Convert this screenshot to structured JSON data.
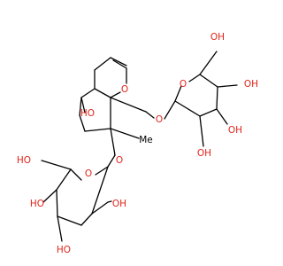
{
  "molecule": {
    "atom_color": "#e2231a",
    "bond_color": "#000000",
    "labels": {
      "ring_oxygen_pyran": "O",
      "glycosidic_oxygen_upper": "O",
      "glucose_upper_ring_oxygen": "O",
      "glucose_upper_ch2oh": "OH",
      "glucose_upper_oh_c4": "OH",
      "glucose_upper_oh_c3": "OH",
      "glucose_upper_oh_c2": "OH",
      "cyclopentane_oh": "HO",
      "methyl": "Me",
      "glycosidic_oxygen_lower": "O",
      "glucose_lower_ring_oxygen": "O",
      "glucose_lower_ch2oh": "HO",
      "glucose_lower_oh_c4": "HO",
      "glucose_lower_oh_c3": "HO",
      "glucose_lower_oh_c2": "OH"
    }
  }
}
